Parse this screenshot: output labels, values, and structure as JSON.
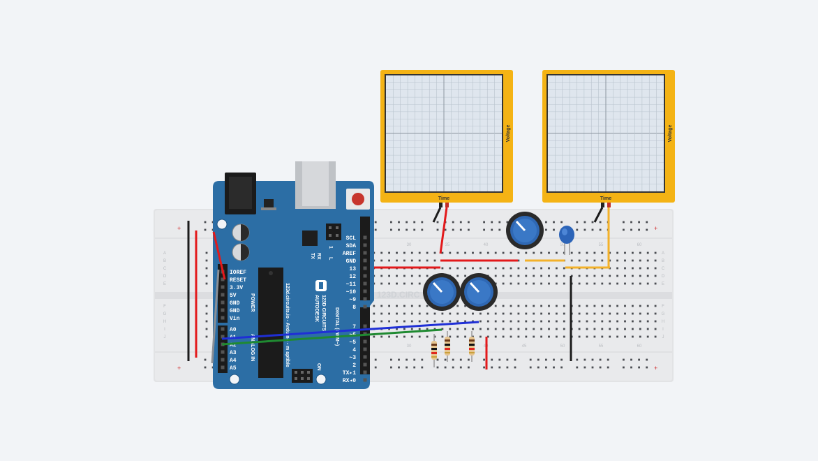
{
  "colors": {
    "background": "#f2f4f7",
    "arduino": "#2c6ea5",
    "scope_frame": "#f4b315",
    "wire_red": "#e3191b",
    "wire_blue": "#1f2fd6",
    "wire_green": "#1f8a31",
    "wire_orange": "#f3b12a",
    "wire_black": "#1b1b1b",
    "pot": "#2f68b4"
  },
  "oscilloscopes": [
    {
      "x_label": "Time",
      "y_label": "Voltage"
    },
    {
      "x_label": "Time",
      "y_label": "Voltage"
    }
  ],
  "breadboard": {
    "column_numbers_top": [
      "30",
      "35",
      "40",
      "45",
      "50",
      "55",
      "60"
    ],
    "column_numbers_bottom": [
      "30",
      "35",
      "40",
      "45",
      "50",
      "55",
      "60"
    ],
    "row_letters_top": [
      "A",
      "B",
      "C",
      "D",
      "E"
    ],
    "row_letters_bottom": [
      "F",
      "G",
      "H",
      "I",
      "J"
    ],
    "rail_plus": "+",
    "rail_minus": "-",
    "watermark": "123D.CIRC"
  },
  "arduino": {
    "power_pins": [
      "IOREF",
      "RESET",
      "3.3V",
      "5V",
      "GND",
      "GND",
      "Vin"
    ],
    "analog_pins": [
      "A0",
      "A1",
      "A2",
      "A3",
      "A4",
      "A5"
    ],
    "digital_pins_top": [
      "SCL",
      "SDA",
      "AREF",
      "GND",
      "13",
      "12",
      "~11",
      "~10",
      "~9",
      "8"
    ],
    "digital_pins_bottom": [
      "7",
      "~6",
      "~5",
      "4",
      "~3",
      "2",
      "TX▸1",
      "RX◂0"
    ],
    "power_header_label": "POWER",
    "analog_header_label": "ANALOG IN",
    "digital_header_label": "DIGITAL (PWM~)",
    "brand_line1": "AUTODESK",
    "brand_line2": "123D CIRCUITS",
    "url_text": "123d.circuits.io - Arduino - m aptible",
    "tx_label": "TX",
    "rx_label": "RX",
    "l_label": "L",
    "on_label": "ON",
    "one_label": "1"
  }
}
